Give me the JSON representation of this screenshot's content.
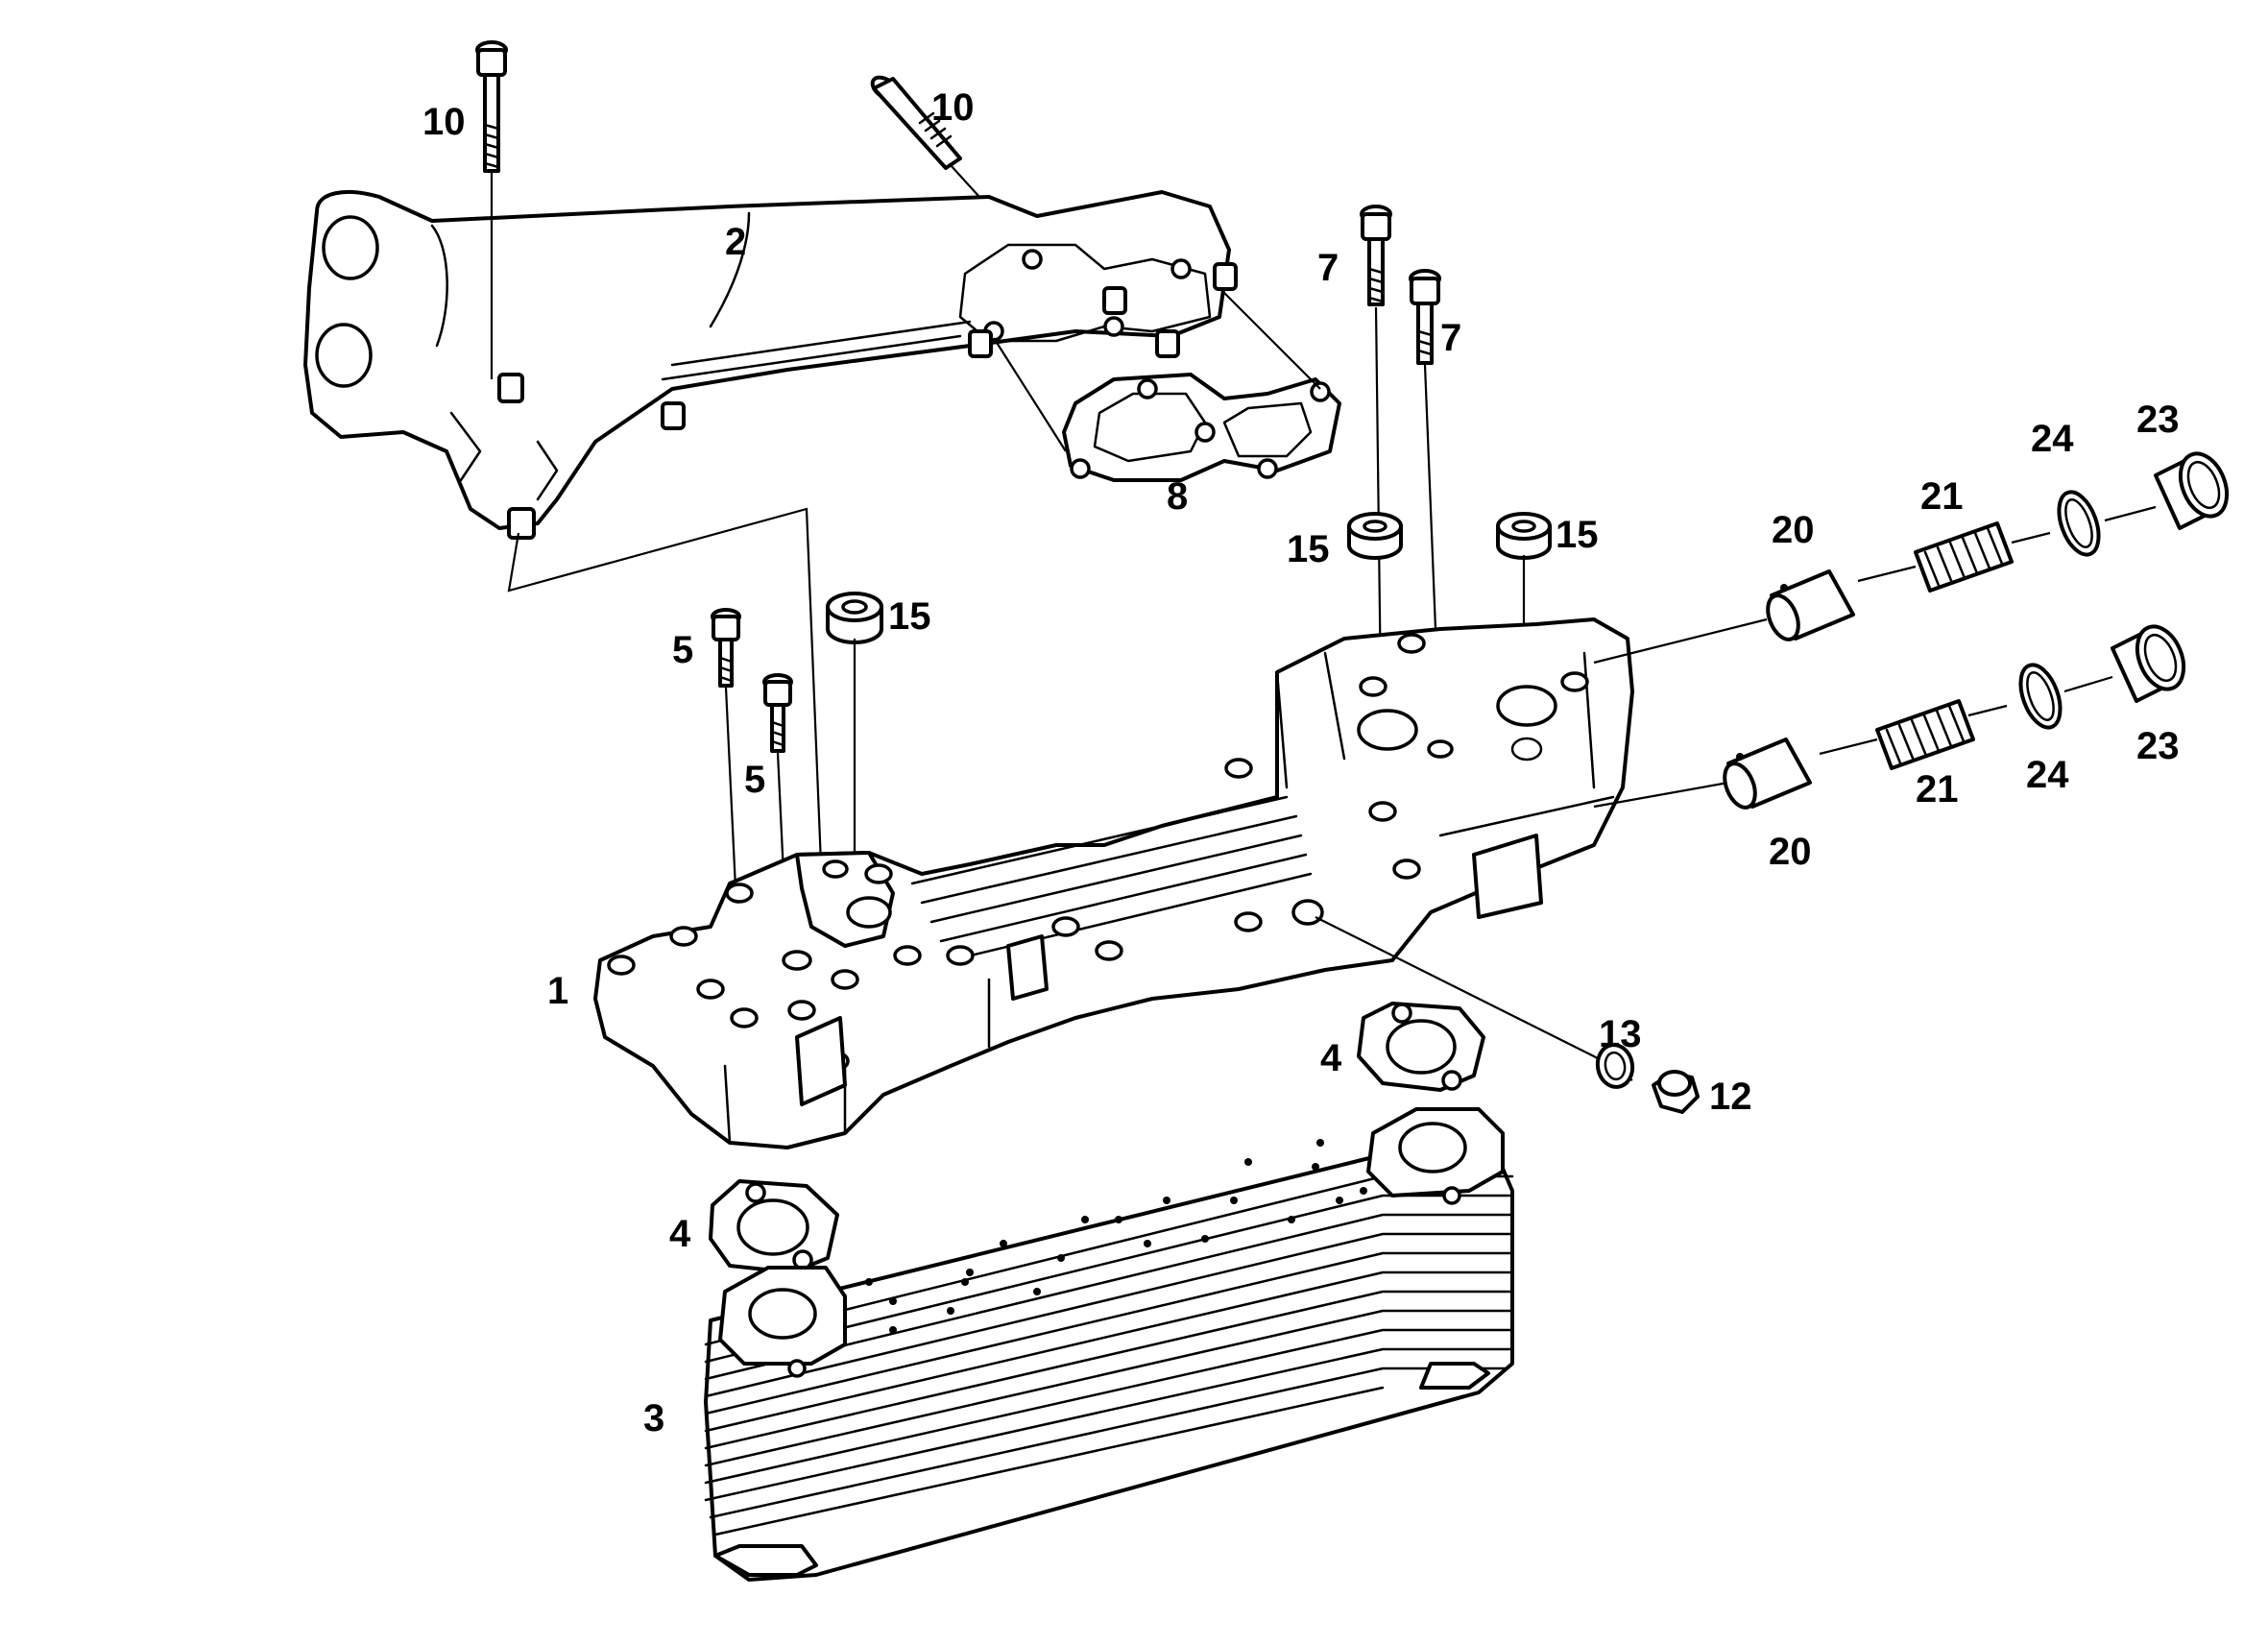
{
  "callouts": [
    {
      "id": "c10a",
      "text": "10"
    },
    {
      "id": "c10b",
      "text": "10"
    },
    {
      "id": "c2",
      "text": "2"
    },
    {
      "id": "c7a",
      "text": "7"
    },
    {
      "id": "c7b",
      "text": "7"
    },
    {
      "id": "c8",
      "text": "8"
    },
    {
      "id": "c15a",
      "text": "15"
    },
    {
      "id": "c15b",
      "text": "15"
    },
    {
      "id": "c15c",
      "text": "15"
    },
    {
      "id": "c5a",
      "text": "5"
    },
    {
      "id": "c5b",
      "text": "5"
    },
    {
      "id": "c20a",
      "text": "20"
    },
    {
      "id": "c21a",
      "text": "21"
    },
    {
      "id": "c24a",
      "text": "24"
    },
    {
      "id": "c23a",
      "text": "23"
    },
    {
      "id": "c20b",
      "text": "20"
    },
    {
      "id": "c21b",
      "text": "21"
    },
    {
      "id": "c24b",
      "text": "24"
    },
    {
      "id": "c23b",
      "text": "23"
    },
    {
      "id": "c1",
      "text": "1"
    },
    {
      "id": "c4a",
      "text": "4"
    },
    {
      "id": "c13",
      "text": "13"
    },
    {
      "id": "c12",
      "text": "12"
    },
    {
      "id": "c4b",
      "text": "4"
    },
    {
      "id": "c3",
      "text": "3"
    }
  ]
}
